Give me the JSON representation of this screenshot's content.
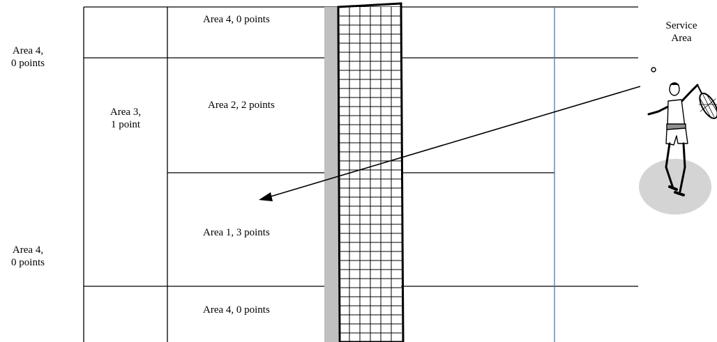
{
  "diagram": {
    "labels": {
      "outside_top": [
        "Area 4,",
        "0 points"
      ],
      "outside_bottom": [
        "Area 4,",
        "0 points"
      ],
      "area3": [
        "Area 3,",
        "1 point"
      ],
      "area4_top": "Area 4, 0 points",
      "area2": "Area 2, 2 points",
      "area1": "Area 1, 3 points",
      "area4_bottom": "Area 4, 0 points",
      "service_area": [
        "Service",
        "Area"
      ]
    },
    "colors": {
      "court_lines": "#000000",
      "service_line": "#4a78b0",
      "net_shadow": "#c0c0c0",
      "service_ellipse": "#d4d4d4",
      "player_shirt": "#ffffff",
      "player_waist": "#909090"
    },
    "icons": {
      "net": "badminton-net",
      "player": "badminton-player",
      "arrow": "shot-arrow"
    }
  }
}
